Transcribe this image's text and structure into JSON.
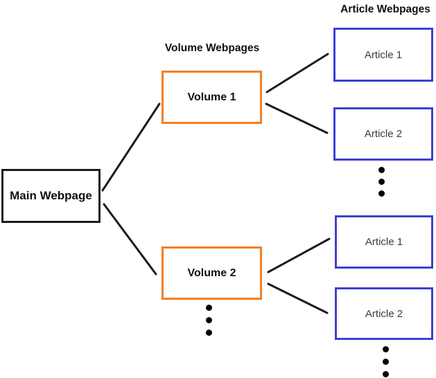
{
  "diagram": {
    "headers": {
      "volume_webpages": "Volume Webpages",
      "article_webpages": "Article Webpages"
    },
    "nodes": {
      "main": {
        "label": "Main Webpage"
      },
      "volume1": {
        "label": "Volume 1"
      },
      "volume2": {
        "label": "Volume 2"
      },
      "article1_top": {
        "label": "Article 1"
      },
      "article2_top": {
        "label": "Article 2"
      },
      "article1_bottom": {
        "label": "Article 1"
      },
      "article2_bottom": {
        "label": "Article 2"
      }
    },
    "edges": [
      {
        "from": "main",
        "to": "volume1"
      },
      {
        "from": "main",
        "to": "volume2"
      },
      {
        "from": "volume1",
        "to": "article1_top"
      },
      {
        "from": "volume1",
        "to": "article2_top"
      },
      {
        "from": "volume2",
        "to": "article1_bottom"
      },
      {
        "from": "volume2",
        "to": "article2_bottom"
      }
    ],
    "colors": {
      "main_border": "#1b1b1b",
      "volume_border": "#f57e20",
      "article_border": "#3f3fd0",
      "edge_line": "#1b1b1b",
      "ellipsis_dot": "#000000",
      "background": "#ffffff"
    }
  }
}
